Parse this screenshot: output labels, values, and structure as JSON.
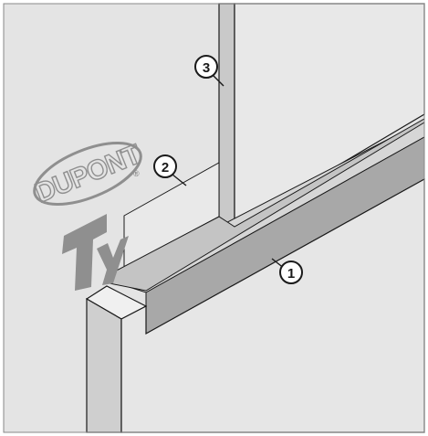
{
  "diagram": {
    "callouts": [
      {
        "id": "callout-1",
        "label": "1"
      },
      {
        "id": "callout-2",
        "label": "2"
      },
      {
        "id": "callout-3",
        "label": "3"
      }
    ],
    "logo": {
      "brand": "DUPONT",
      "registered_mark": "®",
      "product_mark": "Ty"
    },
    "colors": {
      "wall": "#e4e4e4",
      "border": "#1a1a1a",
      "shadow_band": "#a8a8a8",
      "ledge_top": "#d4d4d4",
      "logo_gray": "#8f8f8f"
    }
  }
}
